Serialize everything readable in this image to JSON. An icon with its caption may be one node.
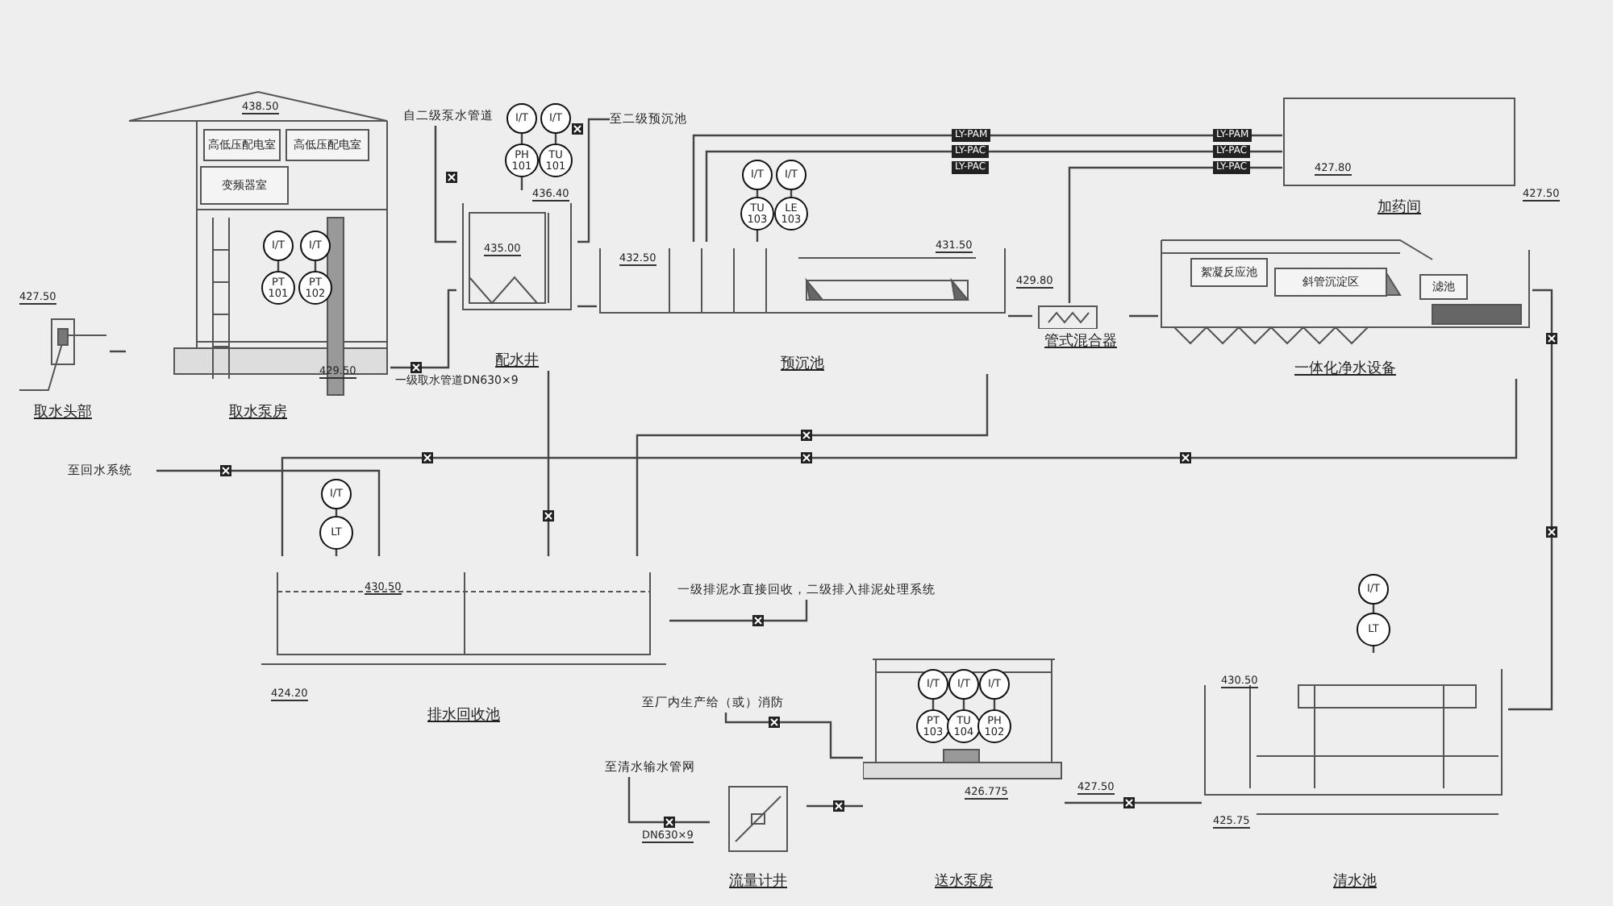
{
  "diagram": {
    "nodes": [
      {
        "text": [
          "取水头部"
        ]
      },
      {
        "text": [
          "取水泵房"
        ]
      },
      {
        "text": [
          "高低压配电室"
        ],
        "in": 1
      },
      {
        "text": [
          "高低压配电室"
        ],
        "in": 1
      },
      {
        "text": [
          "变频器室"
        ],
        "in": 1
      },
      {
        "text": [
          "I/T"
        ],
        "in": 1
      },
      {
        "text": [
          "I/T"
        ],
        "in": 1
      },
      {
        "text": [
          "PT",
          "101"
        ],
        "in": 1
      },
      {
        "text": [
          "PT",
          "102"
        ],
        "in": 1
      },
      {
        "text": [
          "配水井"
        ]
      },
      {
        "text": [
          "I/T"
        ]
      },
      {
        "text": [
          "I/T"
        ]
      },
      {
        "text": [
          "PH",
          "101"
        ]
      },
      {
        "text": [
          "TU",
          "101"
        ]
      },
      {
        "text": [
          "预沉池"
        ]
      },
      {
        "text": [
          "I/T"
        ]
      },
      {
        "text": [
          "I/T"
        ]
      },
      {
        "text": [
          "TU",
          "103"
        ]
      },
      {
        "text": [
          "LE",
          "103"
        ]
      },
      {
        "text": [
          "管式混合器"
        ]
      },
      {
        "text": [
          "加药间"
        ]
      },
      {
        "text": [
          "一体化净水设备"
        ]
      },
      {
        "text": [
          "絮凝反应池"
        ],
        "in": 21
      },
      {
        "text": [
          "斜管沉淀区"
        ],
        "in": 21
      },
      {
        "text": [
          "滤池"
        ],
        "in": 21
      },
      {
        "text": [
          "排水回收池"
        ]
      },
      {
        "text": [
          "I/T"
        ]
      },
      {
        "text": [
          "LT"
        ]
      },
      {
        "text": [
          "流量计井"
        ]
      },
      {
        "text": [
          "送水泵房"
        ]
      },
      {
        "text": [
          "I/T"
        ],
        "in": 29
      },
      {
        "text": [
          "I/T"
        ],
        "in": 29
      },
      {
        "text": [
          "I/T"
        ],
        "in": 29
      },
      {
        "text": [
          "PT",
          "103"
        ],
        "in": 29
      },
      {
        "text": [
          "TU",
          "104"
        ],
        "in": 29
      },
      {
        "text": [
          "PH",
          "102"
        ],
        "in": 29
      },
      {
        "text": [
          "清水池"
        ]
      },
      {
        "text": [
          "I/T"
        ]
      },
      {
        "text": [
          "LT"
        ]
      },
      {
        "text": [
          "至二级预沉池"
        ]
      },
      {
        "text": [
          "自二级泵水管道"
        ]
      },
      {
        "text": [
          "至回水系统"
        ]
      },
      {
        "text": [
          "至厂内生产给（或）消防"
        ]
      },
      {
        "text": [
          "至清水输水管网"
        ]
      },
      {
        "text": [
          "一级排泥水直接回收，二级排入排泥处理系统"
        ]
      }
    ],
    "edges": [
      {
        "from": 0,
        "to": 1,
        "arrow": "none"
      },
      {
        "from": 1,
        "to": 9,
        "arrow": "none",
        "label": "一级取水管道DN630×9"
      },
      {
        "from": 9,
        "to": 14,
        "arrow": "none"
      },
      {
        "from": 14,
        "to": 19,
        "arrow": "none"
      },
      {
        "from": 19,
        "to": 21,
        "arrow": "none"
      },
      {
        "from": 21,
        "to": 36,
        "arrow": "none"
      },
      {
        "from": 36,
        "to": 29,
        "arrow": "none"
      },
      {
        "from": 29,
        "to": 28,
        "arrow": "none"
      },
      {
        "from": 28,
        "to": 43,
        "arrow": "none"
      },
      {
        "from": 29,
        "to": 42,
        "arrow": "none"
      },
      {
        "from": 20,
        "to": 14,
        "arrow": "none",
        "label": "LY-PAM"
      },
      {
        "from": 20,
        "to": 14,
        "arrow": "none",
        "label": "LY-PAC"
      },
      {
        "from": 20,
        "to": 19,
        "arrow": "none",
        "label": "LY-PAC"
      },
      {
        "from": 21,
        "to": 25,
        "arrow": "none"
      },
      {
        "from": 14,
        "to": 25,
        "arrow": "none"
      },
      {
        "from": 25,
        "to": 41,
        "arrow": "none"
      },
      {
        "from": 25,
        "to": 44,
        "arrow": "none"
      },
      {
        "from": 9,
        "to": 39,
        "arrow": "none"
      },
      {
        "from": 40,
        "to": 9,
        "arrow": "none"
      },
      {
        "from": 9,
        "to": 25,
        "arrow": "none"
      },
      {
        "from": 5,
        "to": 7,
        "arrow": "none"
      },
      {
        "from": 6,
        "to": 8,
        "arrow": "none"
      },
      {
        "from": 10,
        "to": 12,
        "arrow": "none"
      },
      {
        "from": 11,
        "to": 13,
        "arrow": "none"
      },
      {
        "from": 12,
        "to": 9,
        "arrow": "none"
      },
      {
        "from": 15,
        "to": 17,
        "arrow": "none"
      },
      {
        "from": 16,
        "to": 18,
        "arrow": "none"
      },
      {
        "from": 17,
        "to": 14,
        "arrow": "none"
      },
      {
        "from": 26,
        "to": 27,
        "arrow": "none"
      },
      {
        "from": 27,
        "to": 25,
        "arrow": "none"
      },
      {
        "from": 30,
        "to": 33,
        "arrow": "none"
      },
      {
        "from": 31,
        "to": 34,
        "arrow": "none"
      },
      {
        "from": 32,
        "to": 35,
        "arrow": "none"
      },
      {
        "from": 37,
        "to": 38,
        "arrow": "none"
      },
      {
        "from": 38,
        "to": 36,
        "arrow": "none"
      }
    ],
    "labels": [
      "438.50",
      "427.80",
      "427.50",
      "LY-PAM",
      "LY-PAC",
      "LY-PAC",
      "436.40",
      "432.50",
      "431.50",
      "429.80",
      "435.00",
      "427.50",
      "429.50",
      "430.50",
      "430.50",
      "424.20",
      "426.775",
      "427.50",
      "425.75",
      "DN630×9"
    ]
  }
}
